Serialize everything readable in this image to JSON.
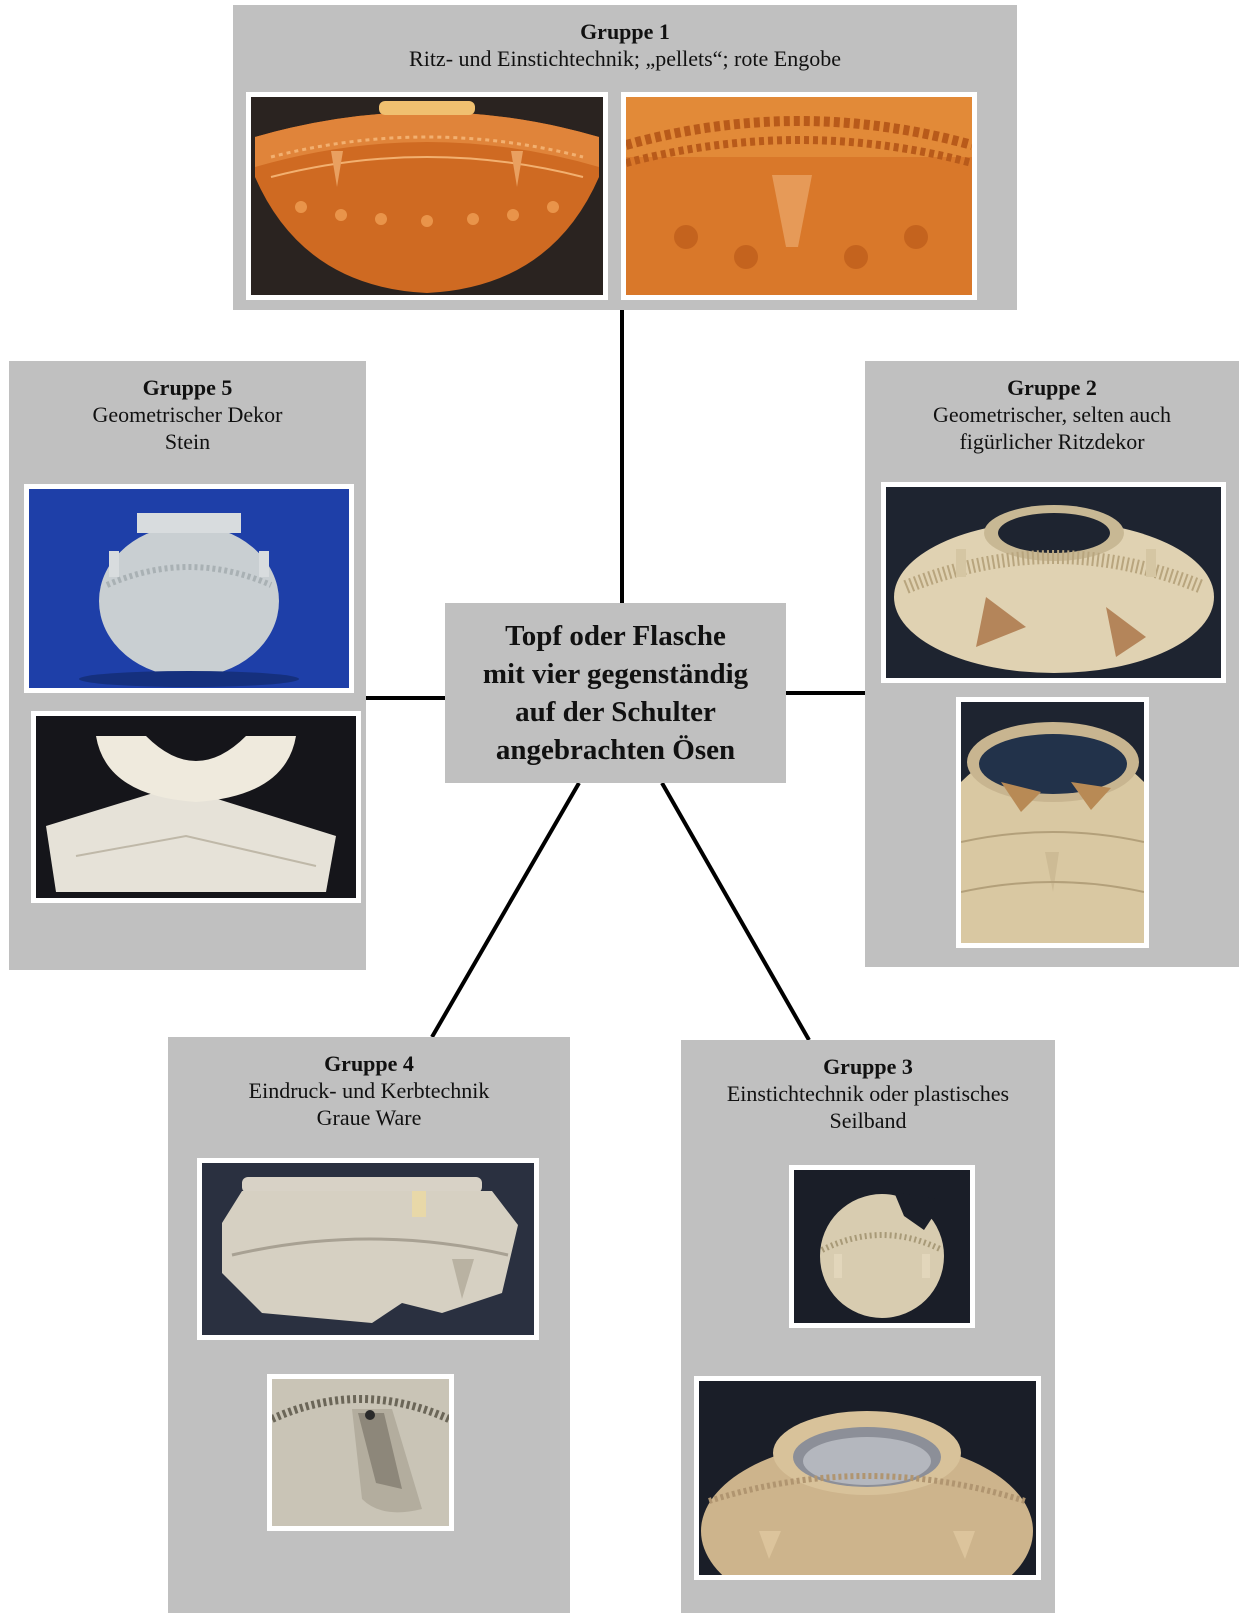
{
  "center": {
    "lines": [
      "Topf oder Flasche",
      "mit vier gegenständig",
      "auf der Schulter",
      "angebrachten Ösen"
    ]
  },
  "groups": [
    {
      "title": "Gruppe 1",
      "lines": [
        "Ritz- und Einstichtechnik; „pellets“; rote Engobe"
      ],
      "photos": [
        "bowl-with-lugs-photo",
        "lug-closeup-photo"
      ]
    },
    {
      "title": "Gruppe 2",
      "lines": [
        "Geometrischer, selten auch",
        "figürlicher Ritzdekor"
      ],
      "photos": [
        "round-pot-fragments-photo",
        "pot-interior-photo"
      ]
    },
    {
      "title": "Gruppe 3",
      "lines": [
        "Einstichtechnik oder plastisches",
        "Seilband"
      ],
      "photos": [
        "small-round-pot-photo",
        "pot-rim-photo"
      ]
    },
    {
      "title": "Gruppe 4",
      "lines": [
        "Eindruck- und Kerbtechnik",
        "Graue Ware"
      ],
      "photos": [
        "grey-ware-fragment-photo",
        "lug-detail-photo"
      ]
    },
    {
      "title": "Gruppe 5",
      "lines": [
        "Geometrischer Dekor",
        "Stein"
      ],
      "photos": [
        "stone-jar-photo",
        "stone-fragment-photo"
      ]
    }
  ],
  "colors": {
    "panel": "#c0c0c0",
    "terracotta": "#d9782a",
    "cream": "#e8dcc0",
    "darkBackdrop": "#1e2430",
    "blueBackdrop": "#1e3fa8"
  }
}
